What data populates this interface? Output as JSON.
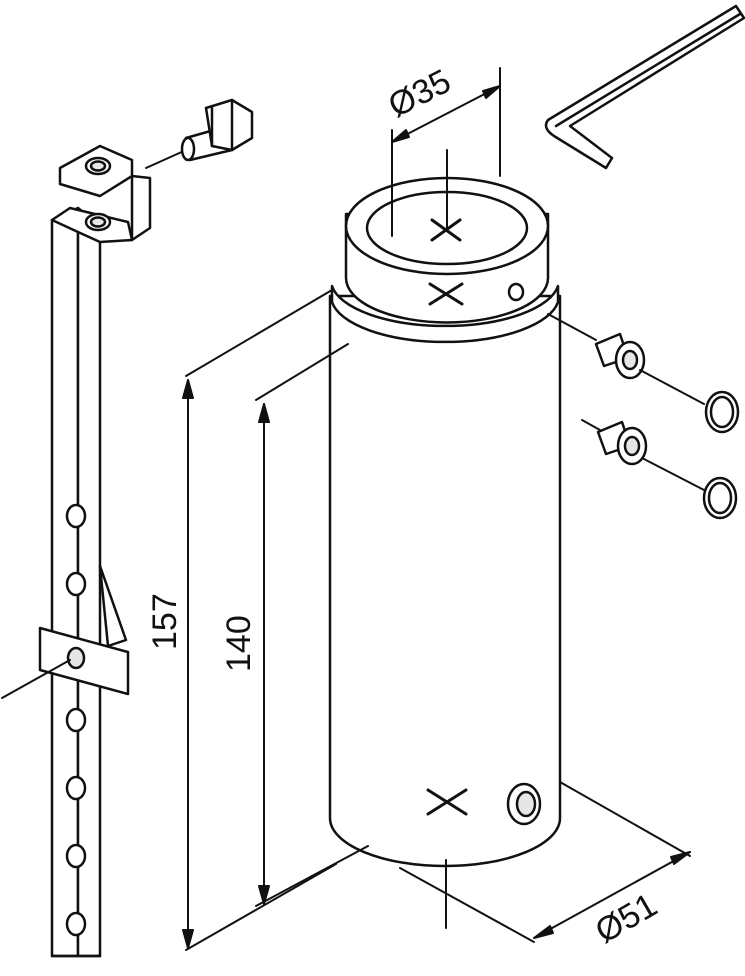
{
  "dimensions": {
    "top_diameter": "Ø35",
    "height_outer": "157",
    "height_inner": "140",
    "bottom_diameter": "Ø51"
  },
  "colors": {
    "line": "#111111",
    "shade": "#e6e6e6",
    "background": "#ffffff"
  }
}
